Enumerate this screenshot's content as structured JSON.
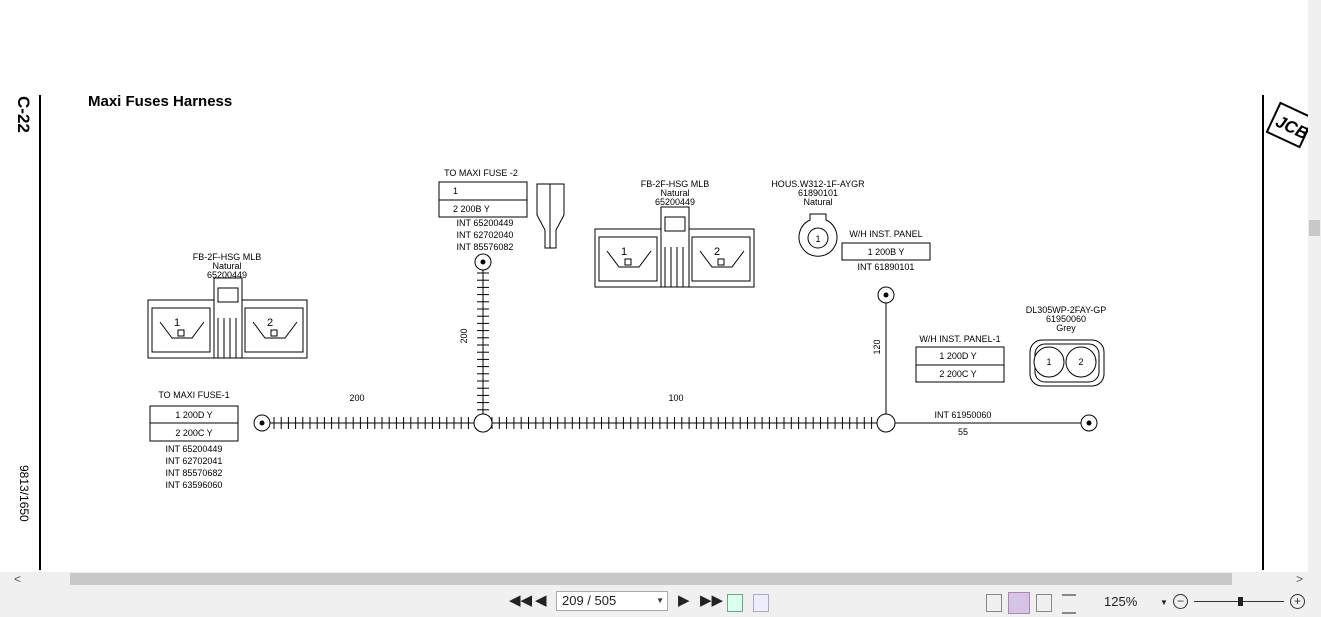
{
  "page": {
    "section_code": "C-22",
    "doc_number": "9813/1650",
    "title": "Maxi Fuses Harness",
    "logo": "JCB"
  },
  "diagram": {
    "fuse1": {
      "title": "TO MAXI FUSE-1",
      "rows": [
        "1 200D Y",
        "2 200C Y"
      ],
      "ints": [
        "INT 65200449",
        "INT 62702041",
        "INT 85570682",
        "INT 63596060"
      ]
    },
    "fuse2": {
      "title": "TO MAXI FUSE -2",
      "rows": [
        "1",
        "2 200B Y"
      ],
      "ints": [
        "INT 65200449",
        "INT 62702040",
        "INT 85576082"
      ]
    },
    "conn_left": {
      "lines": [
        "FB-2F-HSG MLB",
        "Natural",
        "65200449"
      ],
      "pins": [
        "1",
        "2"
      ]
    },
    "conn_mid": {
      "lines": [
        "FB-2F-HSG MLB",
        "Natural",
        "65200449"
      ],
      "pins": [
        "1",
        "2"
      ]
    },
    "hous": {
      "lines": [
        "HOUS.W312-1F-AYGR",
        "61890101",
        "Natural"
      ],
      "pin": "1"
    },
    "inst_panel": {
      "title": "W/H INST. PANEL",
      "rows": [
        "1 200B Y"
      ],
      "ints": [
        "INT 61890101"
      ]
    },
    "inst_panel1": {
      "title": "W/H INST. PANEL-1",
      "rows": [
        "1 200D Y",
        "2 200C Y"
      ]
    },
    "dl": {
      "lines": [
        "DL305WP-2FAY-GP",
        "61950060",
        "Grey"
      ],
      "pins": [
        "1",
        "2"
      ]
    },
    "terminal_label": "INT 61950060",
    "lengths": {
      "left": "200",
      "branch": "200",
      "mid": "100",
      "right_vert": "120",
      "right": "55"
    }
  },
  "toolbar": {
    "page_input": "209 / 505",
    "zoom": "125%"
  }
}
